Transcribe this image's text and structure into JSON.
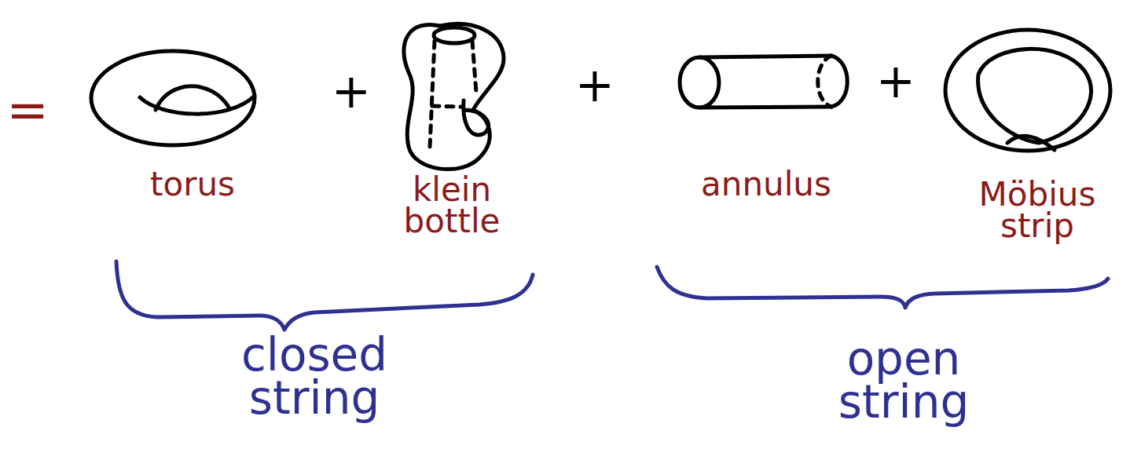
{
  "diagram": {
    "labels": [
      "=",
      "+",
      "+",
      "+",
      "torus",
      "klein bottle",
      "annulus",
      "Möbius strip",
      "closed string",
      "open string"
    ]
  }
}
